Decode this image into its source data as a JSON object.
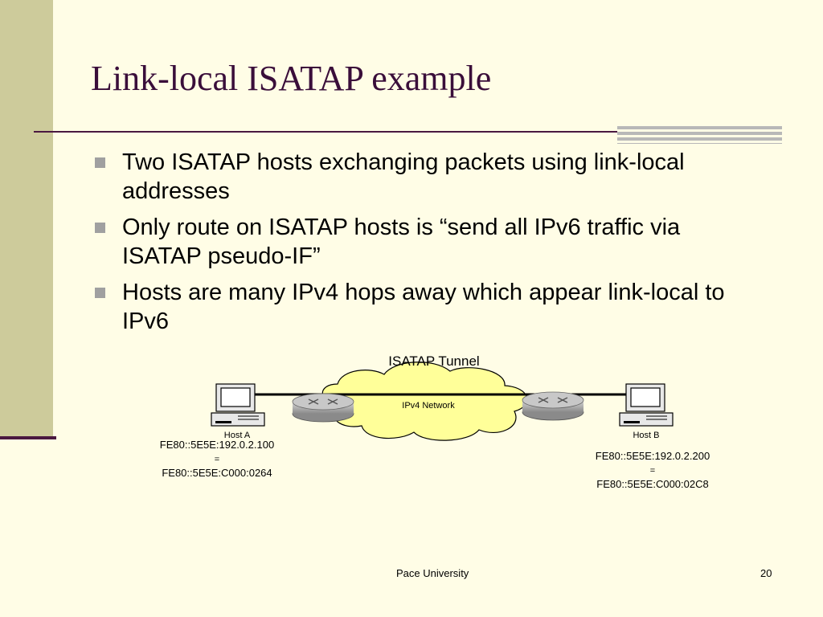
{
  "slide": {
    "title": "Link-local ISATAP example",
    "bullets": [
      "Two ISATAP hosts exchanging packets using link-local addresses",
      "Only route on ISATAP hosts is “send all IPv6 traffic via ISATAP pseudo-IF”",
      "Hosts are many IPv4 hops away which appear link-local to IPv6"
    ],
    "footer_center": "Pace University",
    "page_number": "20"
  },
  "diagram": {
    "tunnel_label": "ISATAP Tunnel",
    "network_label": "IPv4 Network",
    "host_a": {
      "label": "Host A",
      "addr_line1": "FE80::5E5E:192.0.2.100",
      "equals": "=",
      "addr_line2": "FE80::5E5E:C000:0264"
    },
    "host_b": {
      "label": "Host B",
      "addr_line1": "FE80::5E5E:192.0.2.200",
      "equals": "=",
      "addr_line2": "FE80::5E5E:C000:02C8"
    },
    "icons": [
      "computer-icon",
      "router-icon",
      "cloud-icon"
    ],
    "colors": {
      "cloud": "#FFFF99",
      "router": "#A9A9A9",
      "title": "#3A0E3A",
      "accent": "#CDCB9B"
    }
  }
}
